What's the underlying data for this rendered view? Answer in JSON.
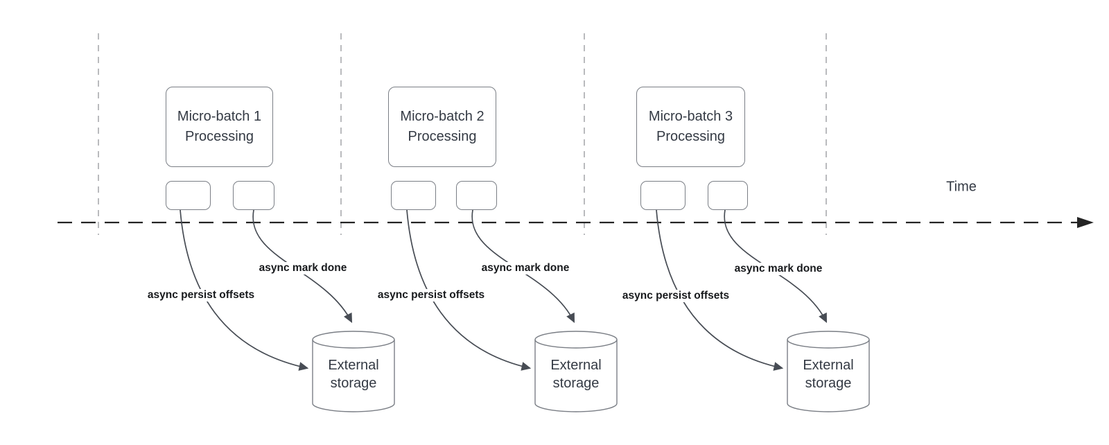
{
  "colors": {
    "background": "#ffffff",
    "shape_stroke": "#7a7e85",
    "arrow_stroke": "#474c54",
    "shape_text": "#343a44",
    "annotation_text": "#17191c",
    "timeline_stroke": "#242424",
    "guide_stroke": "#a8aaad"
  },
  "timeline": {
    "label": "Time"
  },
  "batches": [
    {
      "process_label": "Micro-batch 1\nProcessing",
      "persist_label": "async persist offsets",
      "mark_done_label": "async mark done",
      "storage_label": "External\nstorage"
    },
    {
      "process_label": "Micro-batch 2\nProcessing",
      "persist_label": "async persist offsets",
      "mark_done_label": "async mark done",
      "storage_label": "External\nstorage"
    },
    {
      "process_label": "Micro-batch 3\nProcessing",
      "persist_label": "async persist offsets",
      "mark_done_label": "async mark done",
      "storage_label": "External\nstorage"
    }
  ]
}
